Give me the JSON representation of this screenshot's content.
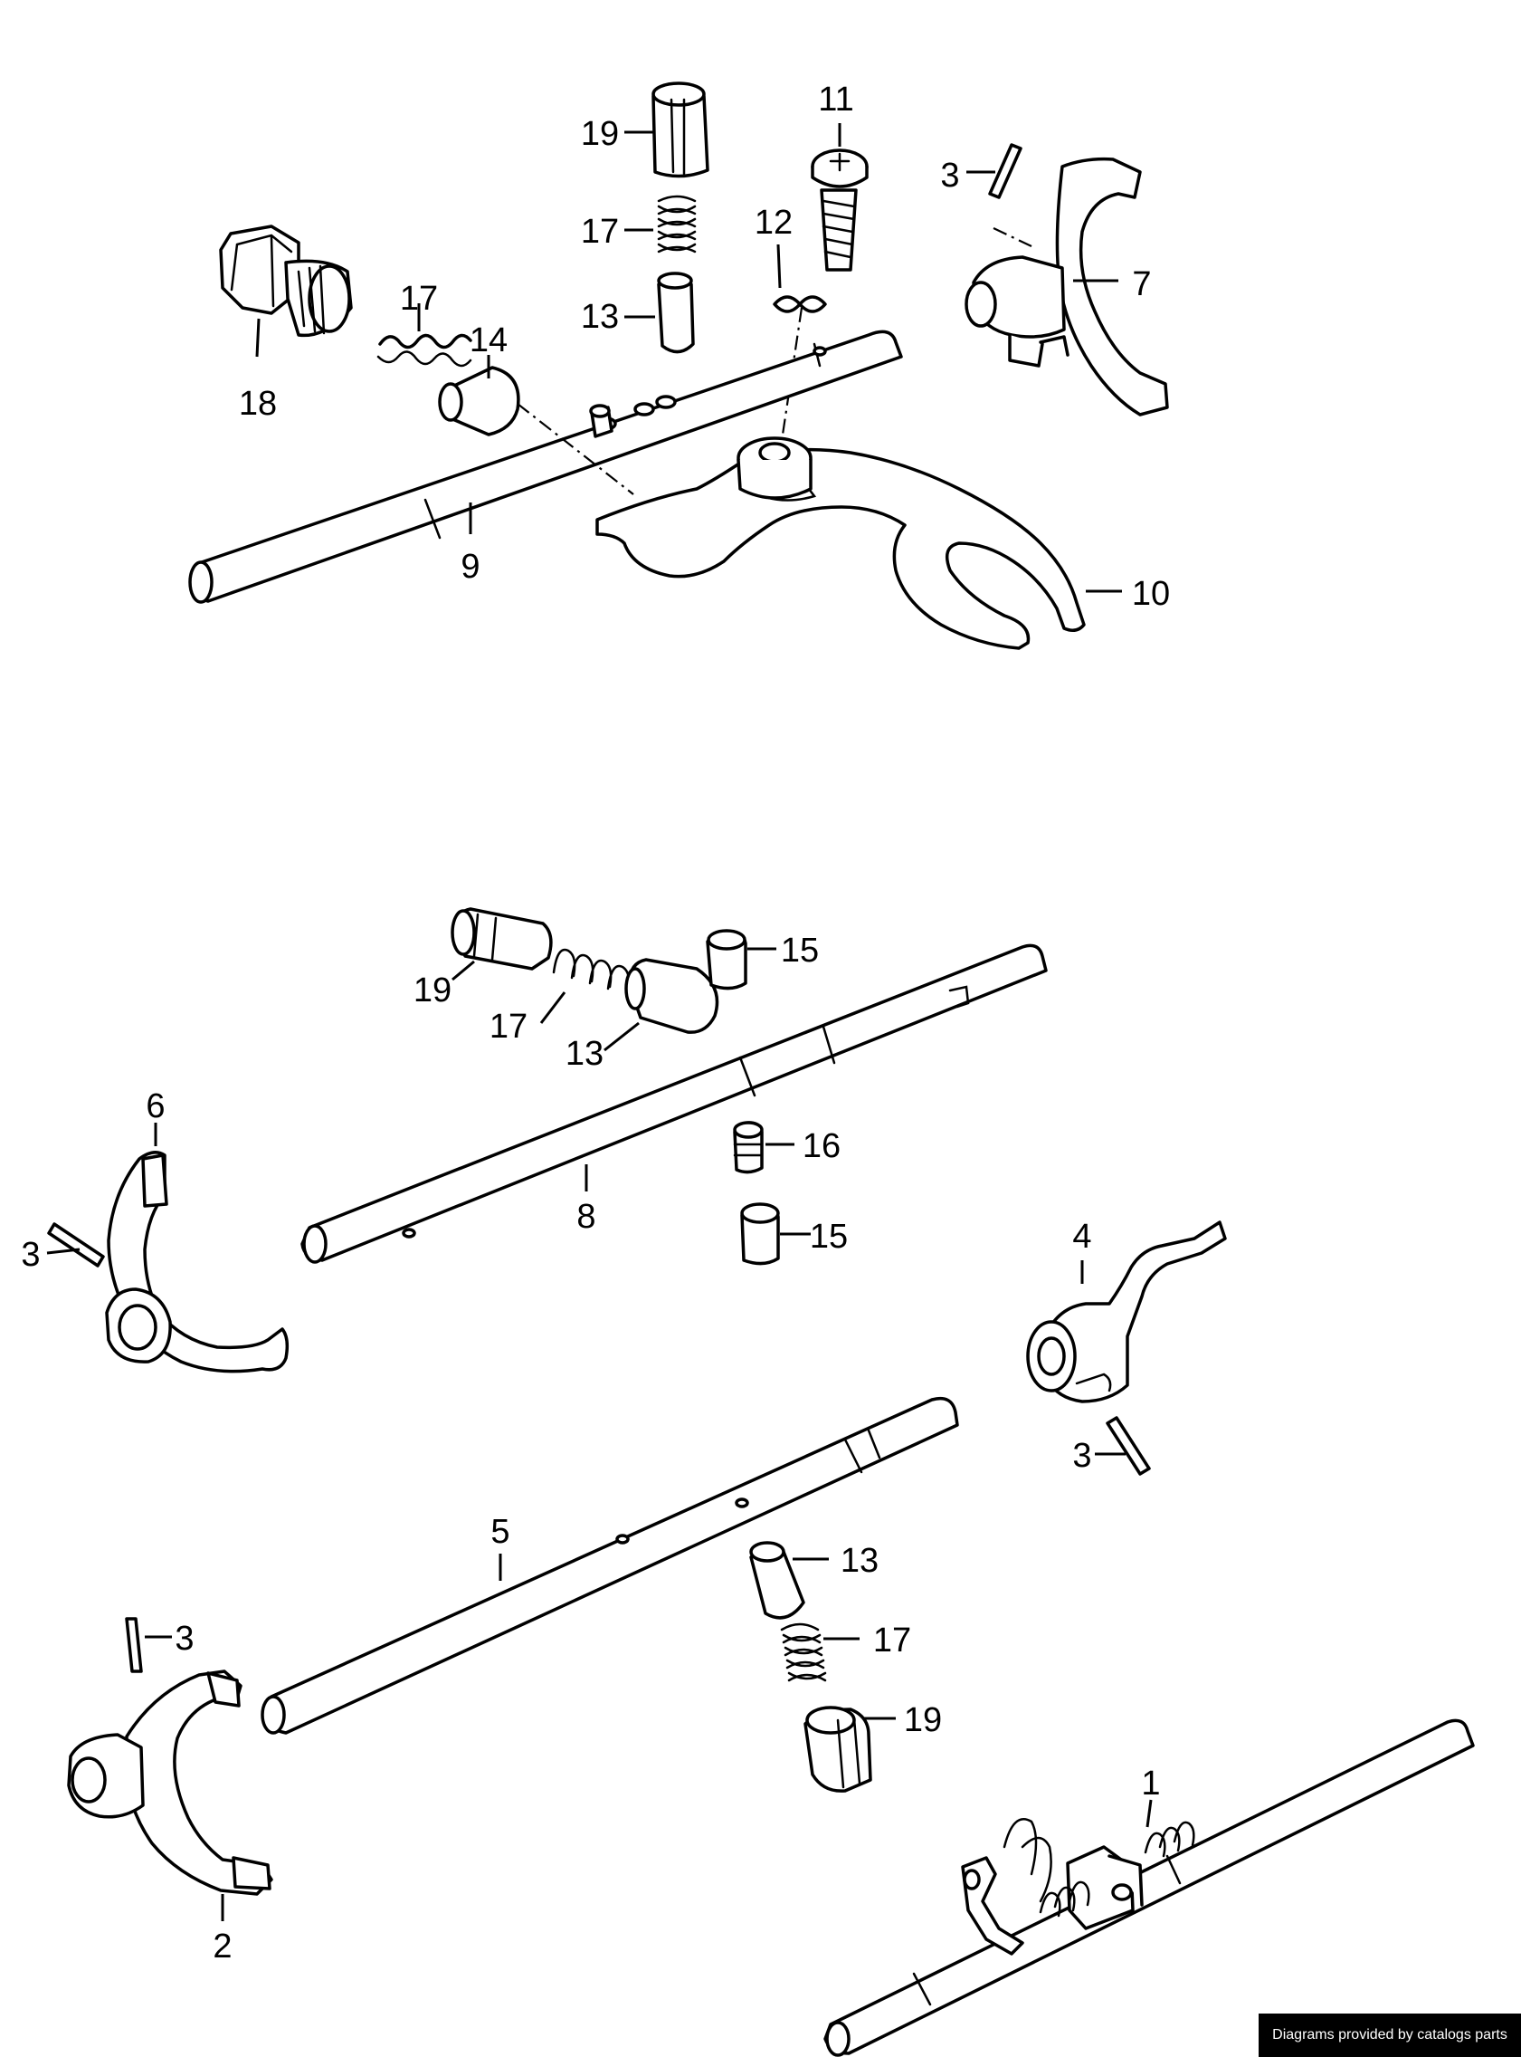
{
  "credit": "Diagrams provided by catalogs parts",
  "callouts": {
    "c1": "1",
    "c2": "2",
    "c3a": "3",
    "c3b": "3",
    "c3c": "3",
    "c3d": "3",
    "c4": "4",
    "c5": "5",
    "c6": "6",
    "c7": "7",
    "c8": "8",
    "c9": "9",
    "c10": "10",
    "c11": "11",
    "c12": "12",
    "c13a": "13",
    "c13b": "13",
    "c13c": "13",
    "c14": "14",
    "c15a": "15",
    "c15b": "15",
    "c16": "16",
    "c17a": "17",
    "c17b": "17",
    "c17c": "17",
    "c17d": "17",
    "c18": "18",
    "c19a": "19",
    "c19b": "19",
    "c19c": "19"
  }
}
